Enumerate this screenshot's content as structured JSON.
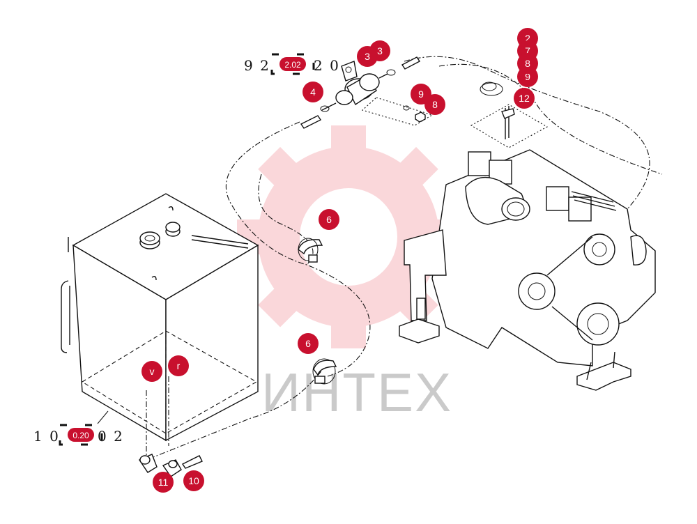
{
  "watermark": {
    "text": "ИНТЕХ",
    "color": "#e8283a"
  },
  "references": {
    "top": {
      "prefix": "9 2",
      "box_label": "2.02",
      "suffix": "2 0"
    },
    "bottom": {
      "prefix": "1 0",
      "box_label": "0.20",
      "suffix": "0 2"
    }
  },
  "callouts": [
    {
      "id": "c-3a",
      "label": "3"
    },
    {
      "id": "c-3b",
      "label": "3"
    },
    {
      "id": "c-4",
      "label": "4"
    },
    {
      "id": "c-9a",
      "label": "9"
    },
    {
      "id": "c-8a",
      "label": "8"
    },
    {
      "id": "c-2",
      "label": "2"
    },
    {
      "id": "c-7",
      "label": "7"
    },
    {
      "id": "c-8b",
      "label": "8"
    },
    {
      "id": "c-9b",
      "label": "9"
    },
    {
      "id": "c-12",
      "label": "12"
    },
    {
      "id": "c-6a",
      "label": "6"
    },
    {
      "id": "c-6b",
      "label": "6"
    },
    {
      "id": "c-v",
      "label": "v"
    },
    {
      "id": "c-r",
      "label": "r"
    },
    {
      "id": "c-11",
      "label": "11"
    },
    {
      "id": "c-10",
      "label": "10"
    }
  ],
  "colors": {
    "callout": "#c8102e",
    "line": "#111111"
  }
}
